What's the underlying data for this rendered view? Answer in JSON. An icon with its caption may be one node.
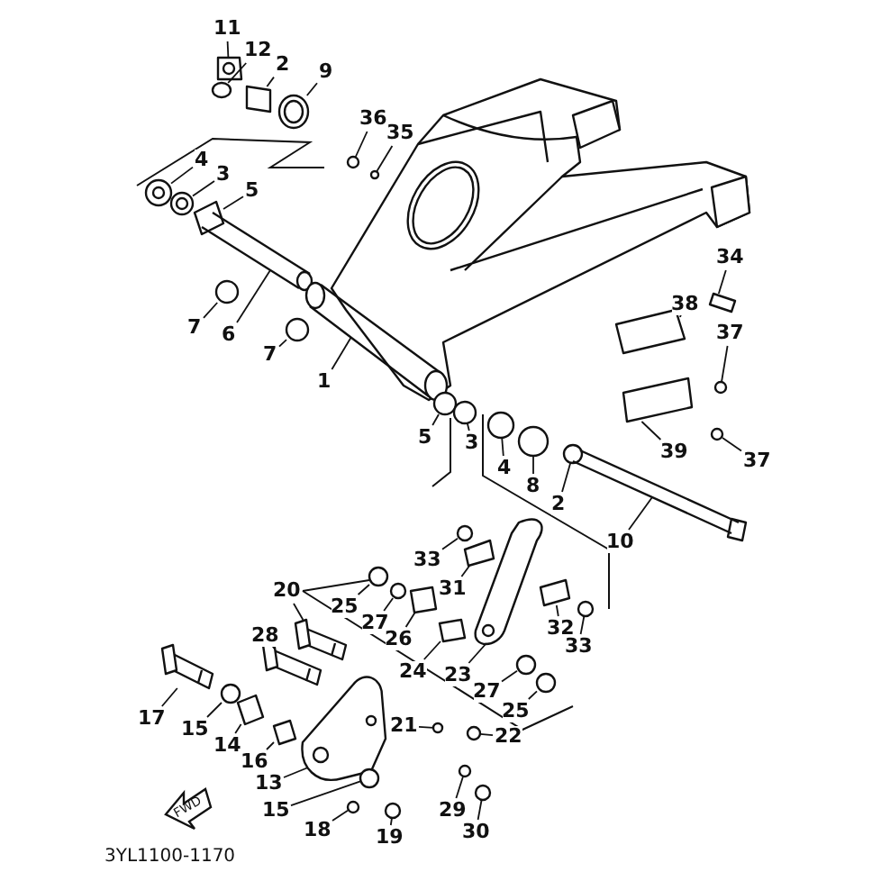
{
  "diagram": {
    "nodes": [
      {
        "text": [
          "11"
        ]
      },
      {
        "text": [
          "12"
        ]
      },
      {
        "text": [
          "2"
        ]
      },
      {
        "text": [
          "9"
        ]
      },
      {
        "text": [
          "36"
        ]
      },
      {
        "text": [
          "35"
        ]
      },
      {
        "text": [
          "4"
        ]
      },
      {
        "text": [
          "3"
        ]
      },
      {
        "text": [
          "5"
        ]
      },
      {
        "text": [
          "7"
        ]
      },
      {
        "text": [
          "6"
        ]
      },
      {
        "text": [
          "7"
        ]
      },
      {
        "text": [
          "1"
        ]
      },
      {
        "text": [
          "34"
        ]
      },
      {
        "text": [
          "38"
        ]
      },
      {
        "text": [
          "37"
        ]
      },
      {
        "text": [
          "5"
        ]
      },
      {
        "text": [
          "3"
        ]
      },
      {
        "text": [
          "4"
        ]
      },
      {
        "text": [
          "8"
        ]
      },
      {
        "text": [
          "2"
        ]
      },
      {
        "text": [
          "39"
        ]
      },
      {
        "text": [
          "37"
        ]
      },
      {
        "text": [
          "10"
        ]
      },
      {
        "text": [
          "33"
        ]
      },
      {
        "text": [
          "31"
        ]
      },
      {
        "text": [
          "20"
        ]
      },
      {
        "text": [
          "25"
        ]
      },
      {
        "text": [
          "27"
        ]
      },
      {
        "text": [
          "26"
        ]
      },
      {
        "text": [
          "24"
        ]
      },
      {
        "text": [
          "32"
        ]
      },
      {
        "text": [
          "33"
        ]
      },
      {
        "text": [
          "28"
        ]
      },
      {
        "text": [
          "23"
        ]
      },
      {
        "text": [
          "27"
        ]
      },
      {
        "text": [
          "25"
        ]
      },
      {
        "text": [
          "17"
        ]
      },
      {
        "text": [
          "15"
        ]
      },
      {
        "text": [
          "14"
        ]
      },
      {
        "text": [
          "16"
        ]
      },
      {
        "text": [
          "21"
        ]
      },
      {
        "text": [
          "22"
        ]
      },
      {
        "text": [
          "13"
        ]
      },
      {
        "text": [
          "15"
        ]
      },
      {
        "text": [
          "18"
        ]
      },
      {
        "text": [
          "19"
        ]
      },
      {
        "text": [
          "29"
        ]
      },
      {
        "text": [
          "30"
        ]
      },
      {
        "text": [],
        "shape": "picture"
      },
      {
        "text": [],
        "shape": "circle"
      },
      {
        "text": [],
        "shape": "box"
      },
      {
        "text": [],
        "shape": "picture"
      },
      {
        "text": [],
        "shape": "circle"
      },
      {
        "text": [],
        "shape": "circle"
      },
      {
        "text": [],
        "shape": "picture"
      },
      {
        "text": [],
        "shape": "picture"
      },
      {
        "text": [],
        "shape": "box"
      },
      {
        "text": [],
        "shape": "circle"
      },
      {
        "text": [],
        "shape": "cylinder"
      },
      {
        "text": [],
        "shape": "circle"
      },
      {
        "text": [],
        "shape": "picture"
      },
      {
        "text": [],
        "shape": "box"
      },
      {
        "text": [],
        "shape": "box"
      },
      {
        "text": [],
        "shape": "circle"
      },
      {
        "text": [],
        "shape": "circle"
      },
      {
        "text": [],
        "shape": "circle"
      },
      {
        "text": [],
        "shape": "circle"
      },
      {
        "text": [],
        "shape": "circle"
      },
      {
        "text": [],
        "shape": "circle"
      },
      {
        "text": [],
        "shape": "box"
      },
      {
        "text": [],
        "shape": "circle"
      },
      {
        "text": [],
        "shape": "cylinder"
      },
      {
        "text": [],
        "shape": "circle"
      },
      {
        "text": [],
        "shape": "box"
      },
      {
        "text": [],
        "shape": "picture"
      },
      {
        "text": [],
        "shape": "circle"
      },
      {
        "text": [],
        "shape": "circle"
      },
      {
        "text": [],
        "shape": "box"
      },
      {
        "text": [],
        "shape": "box"
      },
      {
        "text": [],
        "shape": "box"
      },
      {
        "text": [],
        "shape": "circle"
      },
      {
        "text": [],
        "shape": "picture"
      },
      {
        "text": [],
        "shape": "picture"
      },
      {
        "text": [],
        "shape": "circle"
      },
      {
        "text": [],
        "shape": "circle"
      },
      {
        "text": [],
        "shape": "picture"
      },
      {
        "text": [],
        "shape": "circle"
      },
      {
        "text": [],
        "shape": "box"
      },
      {
        "text": [],
        "shape": "box"
      },
      {
        "text": [],
        "shape": "circle"
      },
      {
        "text": [],
        "shape": "circle"
      },
      {
        "text": [],
        "shape": "picture"
      },
      {
        "text": [],
        "shape": "circle"
      },
      {
        "text": [],
        "shape": "circle"
      },
      {
        "text": [],
        "shape": "circle"
      },
      {
        "text": [],
        "shape": "circle"
      },
      {
        "text": [],
        "shape": "circle"
      }
    ],
    "edges": [
      {
        "from": 0,
        "to": 49,
        "arrow": "none"
      },
      {
        "from": 1,
        "to": 50,
        "arrow": "none"
      },
      {
        "from": 2,
        "to": 51,
        "arrow": "none"
      },
      {
        "from": 3,
        "to": 52,
        "arrow": "none"
      },
      {
        "from": 4,
        "to": 53,
        "arrow": "none"
      },
      {
        "from": 5,
        "to": 54,
        "arrow": "none"
      },
      {
        "from": 6,
        "to": 55,
        "arrow": "none"
      },
      {
        "from": 7,
        "to": 56,
        "arrow": "none"
      },
      {
        "from": 8,
        "to": 57,
        "arrow": "none"
      },
      {
        "from": 9,
        "to": 58,
        "arrow": "none"
      },
      {
        "from": 10,
        "to": 59,
        "arrow": "none"
      },
      {
        "from": 11,
        "to": 60,
        "arrow": "none"
      },
      {
        "from": 12,
        "to": 61,
        "arrow": "none"
      },
      {
        "from": 13,
        "to": 62,
        "arrow": "none"
      },
      {
        "from": 14,
        "to": 63,
        "arrow": "none"
      },
      {
        "from": 15,
        "to": 64,
        "arrow": "none"
      },
      {
        "from": 16,
        "to": 65,
        "arrow": "none"
      },
      {
        "from": 17,
        "to": 66,
        "arrow": "none"
      },
      {
        "from": 18,
        "to": 67,
        "arrow": "none"
      },
      {
        "from": 19,
        "to": 68,
        "arrow": "none"
      },
      {
        "from": 20,
        "to": 69,
        "arrow": "none"
      },
      {
        "from": 21,
        "to": 70,
        "arrow": "none"
      },
      {
        "from": 22,
        "to": 71,
        "arrow": "none"
      },
      {
        "from": 23,
        "to": 72,
        "arrow": "none"
      },
      {
        "from": 24,
        "to": 73,
        "arrow": "none"
      },
      {
        "from": 25,
        "to": 74,
        "arrow": "none"
      },
      {
        "from": 26,
        "to": 75,
        "arrow": "none"
      },
      {
        "from": 27,
        "to": 76,
        "arrow": "none"
      },
      {
        "from": 28,
        "to": 77,
        "arrow": "none"
      },
      {
        "from": 29,
        "to": 78,
        "arrow": "none"
      },
      {
        "from": 30,
        "to": 79,
        "arrow": "none"
      },
      {
        "from": 31,
        "to": 80,
        "arrow": "none"
      },
      {
        "from": 32,
        "to": 81,
        "arrow": "none"
      },
      {
        "from": 33,
        "to": 82,
        "arrow": "none"
      },
      {
        "from": 34,
        "to": 83,
        "arrow": "none"
      },
      {
        "from": 35,
        "to": 84,
        "arrow": "none"
      },
      {
        "from": 36,
        "to": 85,
        "arrow": "none"
      },
      {
        "from": 37,
        "to": 86,
        "arrow": "none"
      },
      {
        "from": 38,
        "to": 87,
        "arrow": "none"
      },
      {
        "from": 39,
        "to": 88,
        "arrow": "none"
      },
      {
        "from": 40,
        "to": 89,
        "arrow": "none"
      },
      {
        "from": 41,
        "to": 90,
        "arrow": "none"
      },
      {
        "from": 42,
        "to": 91,
        "arrow": "none"
      },
      {
        "from": 43,
        "to": 92,
        "arrow": "none"
      },
      {
        "from": 44,
        "to": 93,
        "arrow": "none"
      },
      {
        "from": 45,
        "to": 94,
        "arrow": "none"
      },
      {
        "from": 46,
        "to": 95,
        "arrow": "none"
      },
      {
        "from": 47,
        "to": 96,
        "arrow": "none"
      },
      {
        "from": 48,
        "to": 97,
        "arrow": "none"
      }
    ],
    "labels": [
      "FWD",
      "3YL1100-1170"
    ]
  }
}
